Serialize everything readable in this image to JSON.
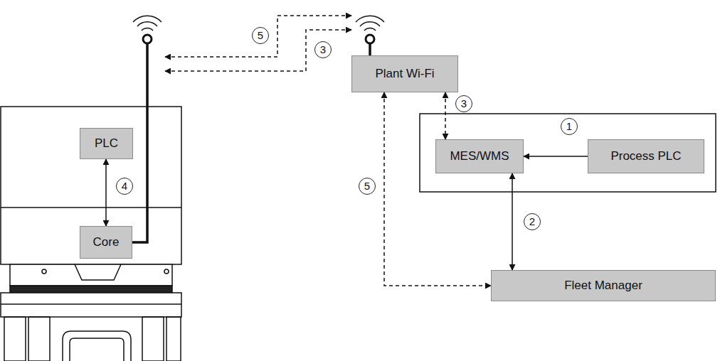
{
  "diagram": {
    "nodes": [
      {
        "text": [
          "PLC"
        ]
      },
      {
        "text": [
          "Core"
        ]
      },
      {
        "text": [
          "Plant Wi-Fi"
        ]
      },
      {
        "text": [
          "MES/WMS"
        ]
      },
      {
        "text": [
          "Process PLC"
        ]
      },
      {
        "text": [
          "Fleet Manager"
        ]
      }
    ],
    "edges": [
      {
        "from": 0,
        "to": 1,
        "arrow": "both",
        "label": "4"
      },
      {
        "from": 4,
        "to": 3,
        "arrow": "to",
        "label": "1"
      },
      {
        "from": 3,
        "to": 5,
        "arrow": "both",
        "label": "2"
      },
      {
        "from": 2,
        "to": 3,
        "arrow": "both",
        "label": "3"
      },
      {
        "from": 2,
        "to": 5,
        "arrow": "both",
        "label": "5"
      }
    ],
    "labels": [
      "5",
      "3"
    ]
  }
}
